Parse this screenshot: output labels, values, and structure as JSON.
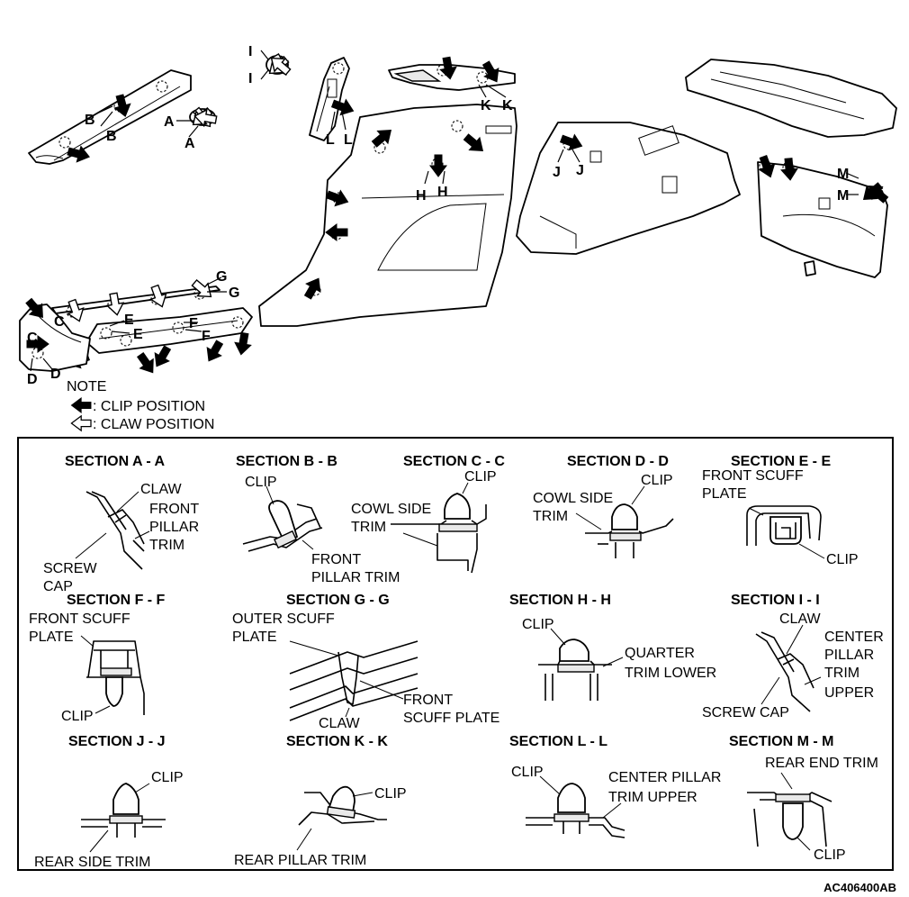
{
  "note": {
    "title": "NOTE",
    "clip_position": ": CLIP POSITION",
    "claw_position": ": CLAW POSITION"
  },
  "callout_letters": {
    "A": "A",
    "B": "B",
    "C": "C",
    "D": "D",
    "E": "E",
    "F": "F",
    "G": "G",
    "H": "H",
    "I": "I",
    "J": "J",
    "K": "K",
    "L": "L",
    "M": "M"
  },
  "sections": {
    "a": {
      "title": "SECTION A - A",
      "labels": [
        "CLAW",
        "FRONT",
        "PILLAR",
        "TRIM",
        "SCREW",
        "CAP"
      ]
    },
    "b": {
      "title": "SECTION B - B",
      "labels": [
        "CLIP",
        "FRONT",
        "PILLAR TRIM"
      ]
    },
    "c": {
      "title": "SECTION C - C",
      "labels": [
        "CLIP",
        "COWL SIDE",
        "TRIM"
      ]
    },
    "d": {
      "title": "SECTION D - D",
      "labels": [
        "CLIP",
        "COWL SIDE",
        "TRIM"
      ]
    },
    "e": {
      "title": "SECTION E - E",
      "labels": [
        "FRONT SCUFF",
        "PLATE",
        "CLIP"
      ]
    },
    "f": {
      "title": "SECTION F - F",
      "labels": [
        "FRONT SCUFF",
        "PLATE",
        "CLIP"
      ]
    },
    "g": {
      "title": "SECTION G - G",
      "labels": [
        "OUTER SCUFF",
        "PLATE",
        "FRONT",
        "SCUFF PLATE",
        "CLAW"
      ]
    },
    "h": {
      "title": "SECTION H - H",
      "labels": [
        "CLIP",
        "QUARTER",
        "TRIM LOWER"
      ]
    },
    "i": {
      "title": "SECTION I - I",
      "labels": [
        "CLAW",
        "CENTER",
        "PILLAR",
        "TRIM",
        "UPPER",
        "SCREW CAP"
      ]
    },
    "j": {
      "title": "SECTION J - J",
      "labels": [
        "CLIP",
        "REAR SIDE TRIM"
      ]
    },
    "k": {
      "title": "SECTION K - K",
      "labels": [
        "CLIP",
        "REAR PILLAR TRIM"
      ]
    },
    "l": {
      "title": "SECTION L - L",
      "labels": [
        "CLIP",
        "CENTER PILLAR",
        "TRIM UPPER"
      ]
    },
    "m": {
      "title": "SECTION M - M",
      "labels": [
        "REAR END TRIM",
        "CLIP"
      ]
    }
  },
  "figure_code": "AC406400AB",
  "icons": {
    "clip_marker": "solid-arrow-icon",
    "claw_marker": "hollow-arrow-icon"
  }
}
